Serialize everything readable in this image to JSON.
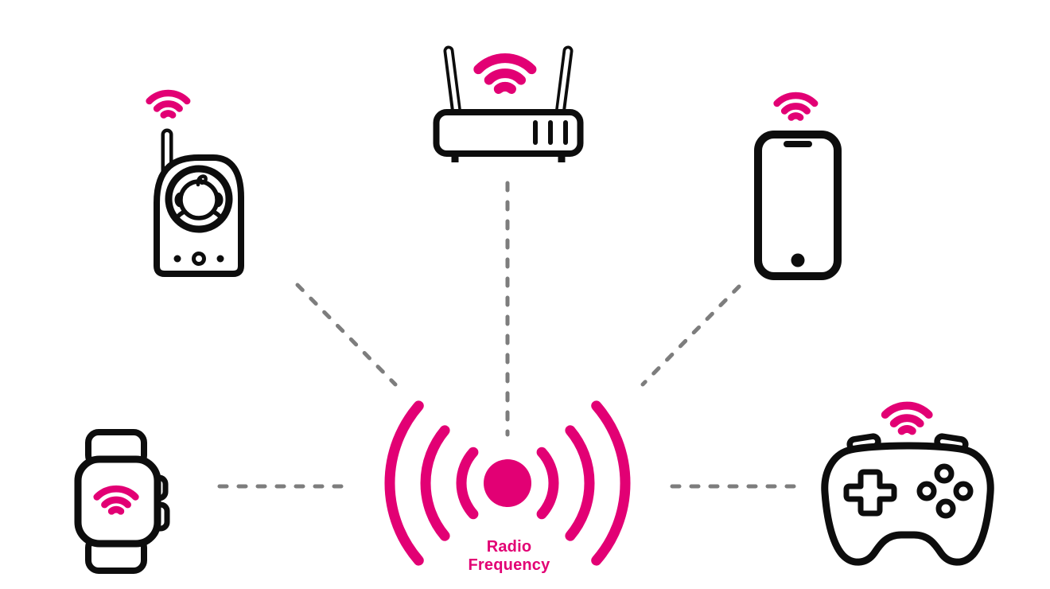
{
  "colors": {
    "accent": "#E20074",
    "outline": "#0d0d0d",
    "connector": "#7d7d7d",
    "background": "#ffffff"
  },
  "center": {
    "name": "radio-frequency",
    "label": "Radio Frequency",
    "icon": "radio-frequency-icon"
  },
  "devices": [
    {
      "name": "baby-monitor",
      "icon": "baby-monitor-icon",
      "signal_icon": "wifi-signal-icon",
      "position": "top-left"
    },
    {
      "name": "wifi-router",
      "icon": "wifi-router-icon",
      "signal_icon": "wifi-signal-icon",
      "position": "top-center"
    },
    {
      "name": "smartphone",
      "icon": "smartphone-icon",
      "signal_icon": "wifi-signal-icon",
      "position": "top-right"
    },
    {
      "name": "smartwatch",
      "icon": "smartwatch-icon",
      "signal_icon": "wifi-signal-icon",
      "position": "bottom-left"
    },
    {
      "name": "game-controller",
      "icon": "game-controller-icon",
      "signal_icon": "wifi-signal-icon",
      "position": "bottom-right"
    }
  ],
  "connections": [
    {
      "from": "radio-frequency",
      "to": "baby-monitor",
      "style": "dashed"
    },
    {
      "from": "radio-frequency",
      "to": "wifi-router",
      "style": "dashed"
    },
    {
      "from": "radio-frequency",
      "to": "smartphone",
      "style": "dashed"
    },
    {
      "from": "radio-frequency",
      "to": "smartwatch",
      "style": "dashed"
    },
    {
      "from": "radio-frequency",
      "to": "game-controller",
      "style": "dashed"
    }
  ]
}
